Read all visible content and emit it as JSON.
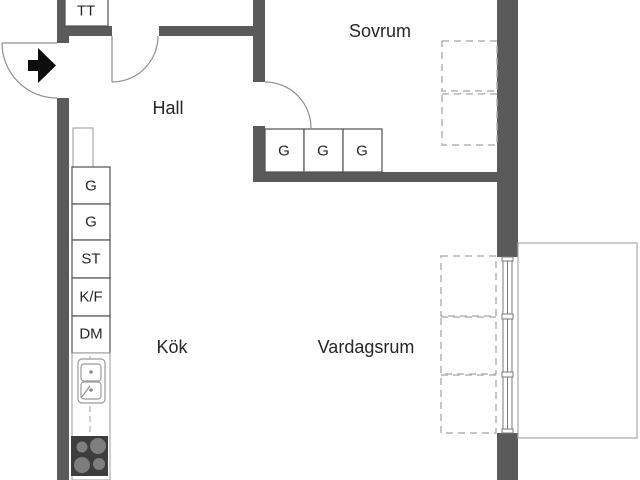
{
  "colors": {
    "wall": "#5a5a5a",
    "stove": "#3d3d3d",
    "burner": "#7e7e7e",
    "line": "#8f8f8f",
    "dash": "#b4b4b4",
    "text": "#262626",
    "bg": "#ffffff"
  },
  "rooms": {
    "hall": "Hall",
    "bedroom": "Sovrum",
    "kitchen": "Kök",
    "living_room": "Vardagsrum"
  },
  "fixtures": {
    "dryer": "TT",
    "kitchen_units": [
      "G",
      "G",
      "ST",
      "K/F",
      "DM"
    ],
    "hall_wardrobes": [
      "G",
      "G",
      "G"
    ]
  }
}
